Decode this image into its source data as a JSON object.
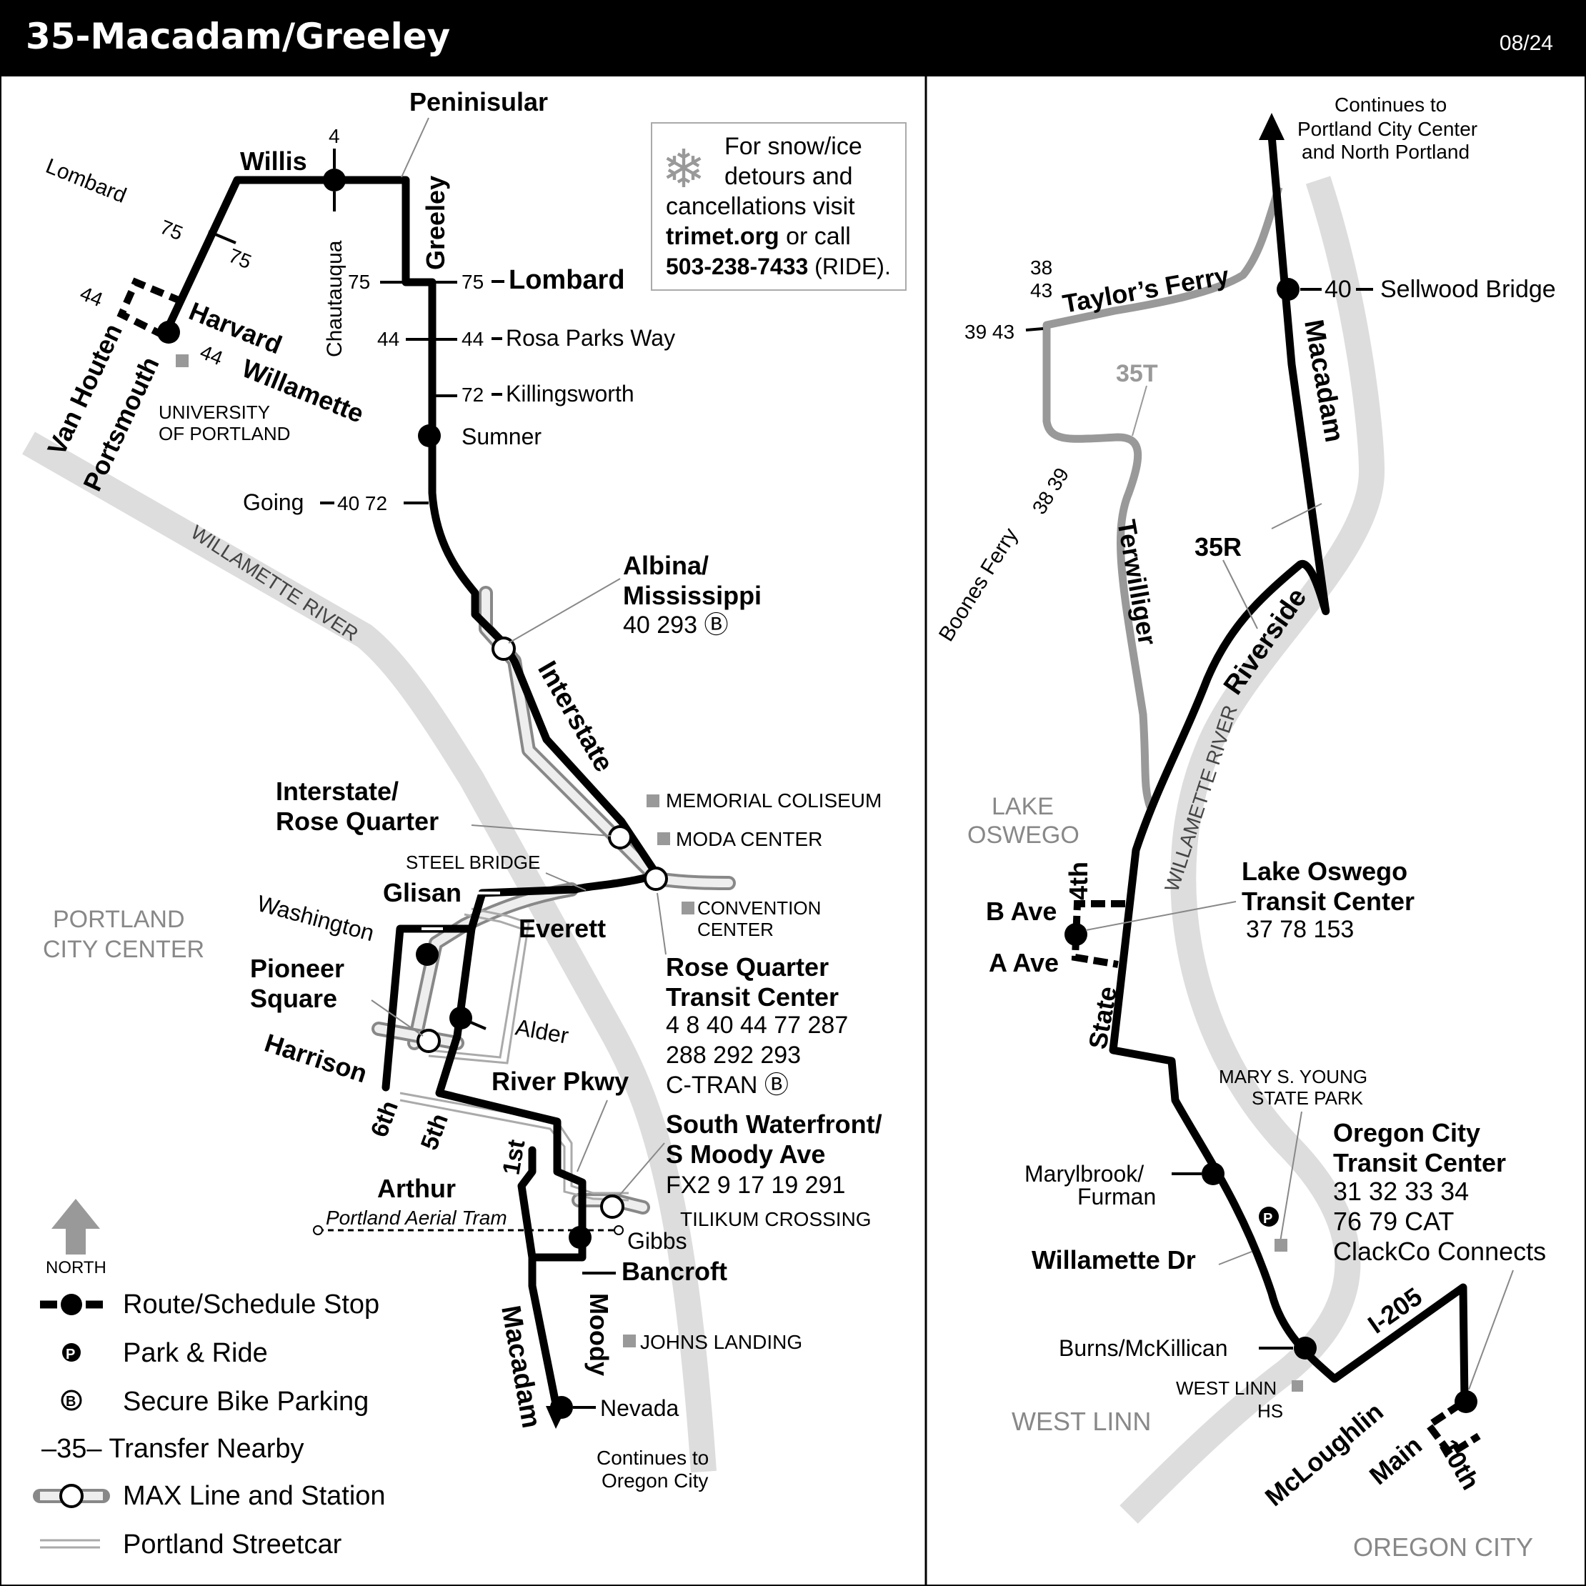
{
  "header": {
    "title": "35-Macadam/Greeley",
    "date": "08/24"
  },
  "notice": {
    "line1": "For snow/ice",
    "line2": "detours and",
    "line3": "cancellations visit",
    "line4a": "trimet.org",
    "line4b": " or call",
    "line5a": "503-238-7433",
    "line5b": " (RIDE)."
  },
  "streets": {
    "peninsular": "Peninisular",
    "willis": "Willis",
    "greeley": "Greeley",
    "chautauqua": "Chautauqua",
    "lombard": "Lombard",
    "lombard_left": "Lombard",
    "rosa_parks": "Rosa Parks Way",
    "killingsworth": "Killingsworth",
    "sumner": "Sumner",
    "going": "Going",
    "harvard": "Harvard",
    "willamette": "Willamette",
    "van_houten": "Van Houten",
    "portsmouth": "Portsmouth",
    "interstate": "Interstate",
    "glisan": "Glisan",
    "washington": "Washington",
    "everett": "Everett",
    "alder": "Alder",
    "harrison": "Harrison",
    "sixth": "6th",
    "fifth": "5th",
    "first": "1st",
    "arthur": "Arthur",
    "gibbs": "Gibbs",
    "bancroft": "Bancroft",
    "moody": "Moody",
    "macadam": "Macadam",
    "nevada": "Nevada",
    "sellwood": "Sellwood Bridge",
    "macadam_r": "Macadam",
    "taylors_ferry": "Taylor’s Ferry",
    "boones_ferry": "Boones Ferry",
    "terwilliger": "Terwilliger",
    "riverside": "Riverside",
    "fourth": "4th",
    "b_ave": "B Ave",
    "a_ave": "A Ave",
    "state": "State",
    "marylbrook1": "Marylbrook/",
    "marylbrook2": "Furman",
    "willamette_dr": "Willamette Dr",
    "burns": "Burns/McKillican",
    "i205": "I-205",
    "mcloughlin": "McLoughlin",
    "main": "Main",
    "tenth": "10th"
  },
  "transfers": {
    "t4": "4",
    "t75a": "75",
    "t75b": "75",
    "t75c": "75",
    "t75d": "75",
    "t44a": "44",
    "t44b": "44",
    "t44c": "44",
    "t44d": "44",
    "t72": "72",
    "t40_72": "40 72",
    "t40": "40",
    "t38_43": "38",
    "t43": "43",
    "t39_43": "39 43",
    "t38_39": "38 39"
  },
  "stations": {
    "albina1": "Albina/",
    "albina2": "Mississippi",
    "albina3": "40 293 Ⓑ",
    "irq1": "Interstate/",
    "irq2": "Rose Quarter",
    "rqtc1": "Rose Quarter",
    "rqtc2": "Transit Center",
    "rqtc3": "4 8 40 44 77 287",
    "rqtc4": "288 292 293",
    "rqtc5": "C-TRAN Ⓑ",
    "pioneer1": "Pioneer",
    "pioneer2": "Square",
    "river_pkwy": "River Pkwy",
    "swf1": "South Waterfront/",
    "swf2": "S Moody Ave",
    "swf3": "FX2 9 17 19 291",
    "lotc1": "Lake Oswego",
    "lotc2": "Transit Center",
    "lotc3": "37 78 153",
    "octc1": "Oregon City",
    "octc2": "Transit Center",
    "octc3": "31 32 33 34",
    "octc4": "76 79 CAT",
    "octc5": "ClackCo Connects"
  },
  "landmarks": {
    "univ1": "UNIVERSITY",
    "univ2": "OF PORTLAND",
    "memorial": "MEMORIAL COLISEUM",
    "moda": "MODA CENTER",
    "convention1": "CONVENTION",
    "convention2": "CENTER",
    "steel_bridge": "STEEL BRIDGE",
    "tilikum": "TILIKUM CROSSING",
    "aerial_tram": "Portland Aerial Tram",
    "johns_landing": "JOHNS LANDING",
    "mary_young1": "MARY S. YOUNG",
    "mary_young2": "STATE PARK",
    "west_linn_hs1": "WEST LINN",
    "west_linn_hs2": "HS"
  },
  "areas": {
    "portland1": "PORTLAND",
    "portland2": "CITY CENTER",
    "lake_oswego1": "LAKE",
    "lake_oswego2": "OSWEGO",
    "west_linn": "WEST LINN",
    "oregon_city": "OREGON CITY",
    "river_left": "WILLAMETTE RIVER",
    "river_right": "WILLAMETTE RIVER"
  },
  "routes": {
    "r35t": "35T",
    "r35r": "35R"
  },
  "continues": {
    "north1": "Continues to",
    "north2": "Portland City Center",
    "north3": "and North Portland",
    "south1": "Continues to",
    "south2": "Oregon City"
  },
  "legend": {
    "north": "NORTH",
    "stop": "Route/Schedule Stop",
    "park_ride": "Park & Ride",
    "bike": "Secure Bike Parking",
    "transfer": "–35–  Transfer Nearby",
    "max": "MAX Line and Station",
    "streetcar": "Portland Streetcar"
  },
  "colors": {
    "route": "#000000",
    "river": "#dddddd",
    "landmark": "#999999",
    "area_text": "#888888",
    "branch": "#999999"
  }
}
